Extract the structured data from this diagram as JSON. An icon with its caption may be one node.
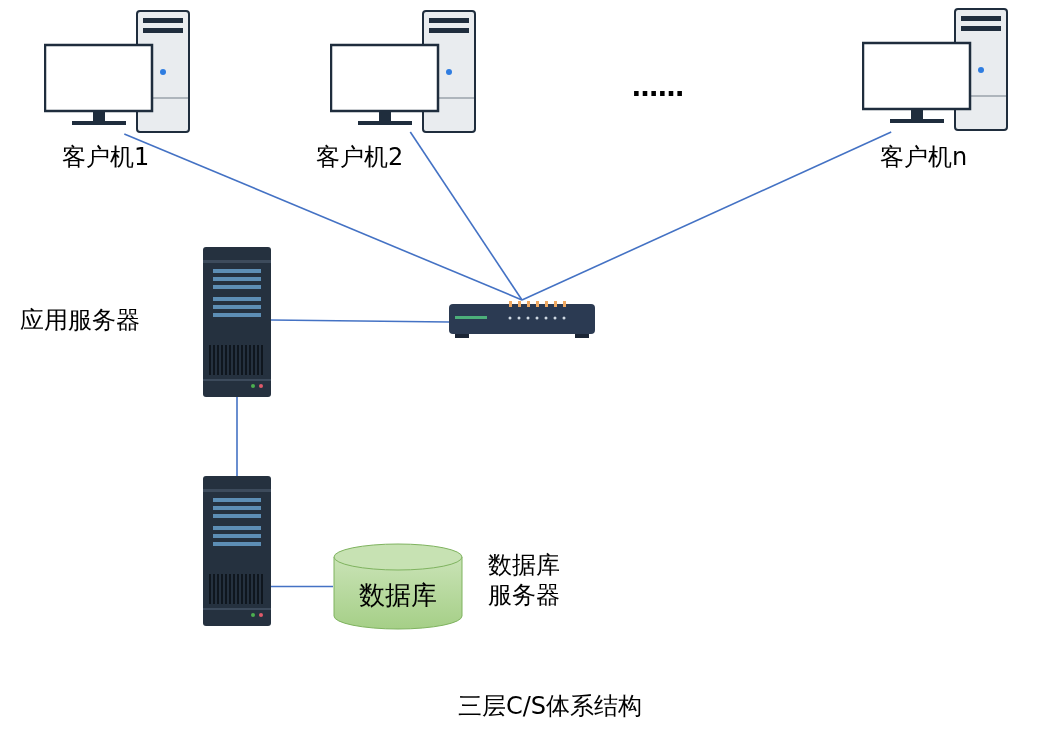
{
  "diagram": {
    "caption": "三层C/S体系结构",
    "nodes": [
      {
        "text": [],
        "shape": "picture",
        "beside": [
          "客户机1"
        ]
      },
      {
        "text": [],
        "shape": "picture",
        "beside": [
          "客户机2"
        ]
      },
      {
        "text": [],
        "shape": "picture",
        "beside": [
          "客户机n"
        ]
      },
      {
        "text": [],
        "shape": "picture"
      },
      {
        "text": [],
        "shape": "picture",
        "beside": [
          "应用服务器"
        ]
      },
      {
        "text": [],
        "shape": "picture"
      },
      {
        "text": [
          "数据库"
        ]
      }
    ],
    "edges": [
      {
        "from": 0,
        "to": 3,
        "arrow": "none"
      },
      {
        "from": 1,
        "to": 3,
        "arrow": "none"
      },
      {
        "from": 2,
        "to": 3,
        "arrow": "none"
      },
      {
        "from": 4,
        "to": 3,
        "arrow": "none"
      },
      {
        "from": 4,
        "to": 5,
        "arrow": "none"
      },
      {
        "from": 5,
        "to": 6,
        "arrow": "none"
      }
    ],
    "labels": [
      "……",
      "数据库服务器"
    ]
  }
}
